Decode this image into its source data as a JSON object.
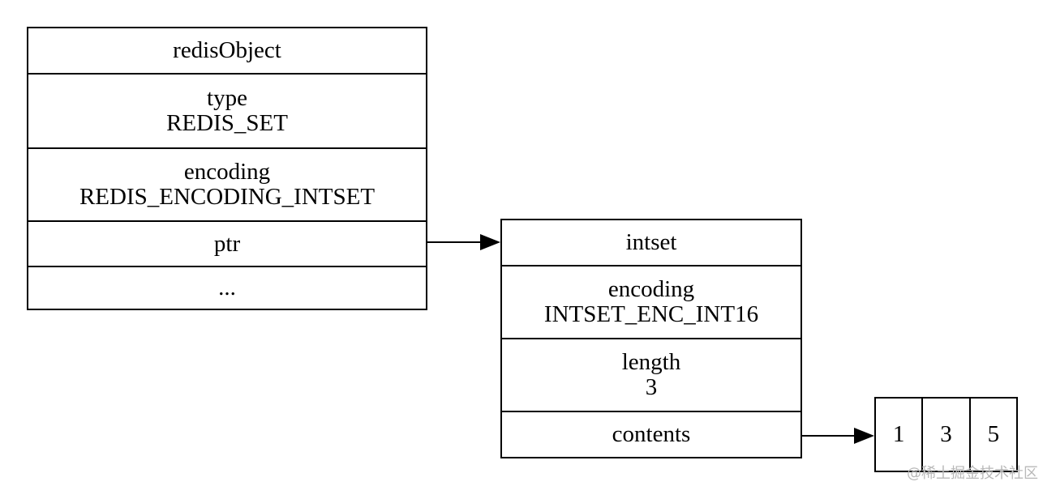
{
  "redis_object": {
    "title": "redisObject",
    "type_label": "type",
    "type_value": "REDIS_SET",
    "encoding_label": "encoding",
    "encoding_value": "REDIS_ENCODING_INTSET",
    "ptr_label": "ptr",
    "more_label": "..."
  },
  "intset": {
    "title": "intset",
    "encoding_label": "encoding",
    "encoding_value": "INTSET_ENC_INT16",
    "length_label": "length",
    "length_value": "3",
    "contents_label": "contents"
  },
  "contents": [
    "1",
    "3",
    "5"
  ],
  "watermark": "@稀土掘金技术社区"
}
